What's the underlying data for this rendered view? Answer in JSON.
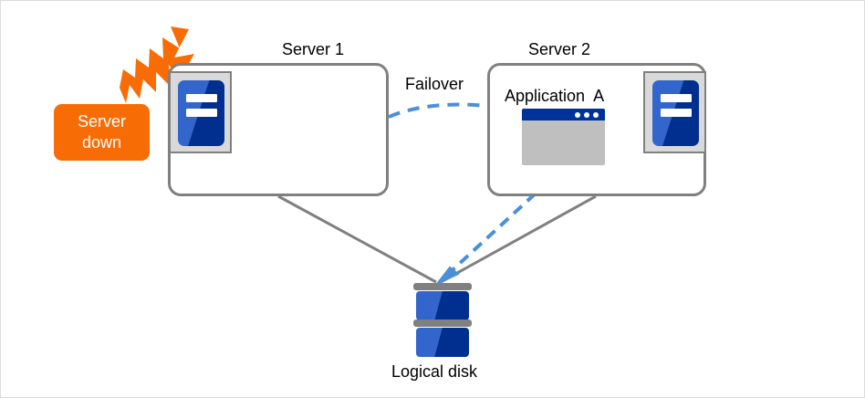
{
  "diagram": {
    "type": "failover-cluster-diagram",
    "colors": {
      "alert_orange": "#f86c06",
      "server_blue_light": "#3366cc",
      "server_blue_dark": "#002f8f",
      "box_gray": "#808080",
      "icon_tray_gray": "#d9d9d9",
      "window_body_gray": "#bfbfbf",
      "window_titlebar_navy": "#003399",
      "failover_arrow_blue": "#4a90d9",
      "text_black": "#000000"
    },
    "nodes": {
      "server1": {
        "title": "Server 1",
        "icon_name": "server-unit-icon",
        "status": "down"
      },
      "server2": {
        "title": "Server 2",
        "icon_name": "server-unit-icon",
        "application_label": "Application  A",
        "application_icon_name": "application-window-icon"
      },
      "storage": {
        "title": "Logical disk",
        "icon_name": "disk-stack-icon"
      }
    },
    "badges": {
      "server_down": {
        "line1": "Server",
        "line2": "down",
        "icon_name": "lightning-burst-icon"
      }
    },
    "arrows": {
      "failover": {
        "label": "Failover",
        "from": "Server 1",
        "to": "Server 2",
        "style": "dashed-curved",
        "color": "#4a90d9"
      },
      "app_to_disk": {
        "label": "",
        "from": "Application A",
        "to": "Logical disk",
        "style": "dashed-straight",
        "color": "#4a90d9"
      },
      "server1_to_disk": {
        "style": "solid",
        "color": "#808080"
      },
      "server2_to_disk": {
        "style": "solid",
        "color": "#808080"
      }
    }
  }
}
